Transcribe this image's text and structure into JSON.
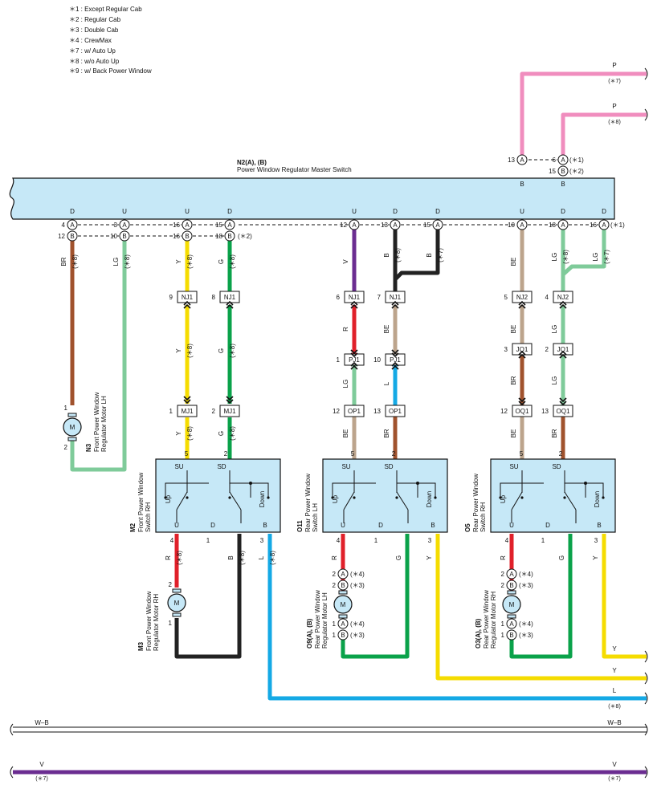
{
  "notes": [
    "＊1 : Except Regular Cab",
    "＊2 : Regular Cab",
    "＊3 : Double Cab",
    "＊4 : CrewMax",
    "＊7 : w/ Auto Up",
    "＊8 : w/o Auto Up",
    "＊9 : w/ Back Power Window"
  ],
  "master": {
    "code": "N2(A), (B)",
    "name": "Power Window Regulator Master Switch",
    "pin_labels": [
      "D",
      "U",
      "U",
      "D",
      "U",
      "D",
      "D",
      "U",
      "D",
      "D",
      "B",
      "B"
    ],
    "pins": [
      {
        "a": "4",
        "b": "12"
      },
      {
        "a": "3",
        "b": "10"
      },
      {
        "a": "16",
        "b": "16"
      },
      {
        "a": "15",
        "b": "18",
        "note": "(＊2)"
      },
      {
        "a": "12"
      },
      {
        "a": "13"
      },
      {
        "a": "15"
      },
      {
        "a": "10"
      },
      {
        "a": "18"
      },
      {
        "a": "16",
        "note": "(＊1)"
      },
      {
        "a": "13"
      },
      {
        "a": "6",
        "b": "15",
        "note_a": "(＊1)",
        "note_b": "(＊2)"
      }
    ],
    "letter_a": "A",
    "letter_b": "B"
  },
  "wires": {
    "BR": {
      "color": "#A0522D",
      "label": "BR",
      "note": "(＊8)"
    },
    "LG": {
      "color": "#7FCB9A",
      "label": "LG",
      "note": "(＊8)"
    },
    "Y": {
      "color": "#F5DC00",
      "label": "Y",
      "note": "(＊8)"
    },
    "G": {
      "color": "#0AA24A",
      "label": "G",
      "note": "(＊8)"
    },
    "V": {
      "color": "#6B2D91",
      "label": "V"
    },
    "B": {
      "color": "#222222",
      "label": "B"
    },
    "R": {
      "color": "#E0202A",
      "label": "R"
    },
    "BE": {
      "color": "#BCA48C",
      "label": "BE"
    },
    "L": {
      "color": "#14A9E5",
      "label": "L"
    },
    "P": {
      "color": "#F08DBE",
      "label": "P"
    }
  },
  "right_bus": [
    {
      "label": "P",
      "note": "(＊7)"
    },
    {
      "label": "P",
      "note": "(＊8)"
    },
    {
      "label": "Y"
    },
    {
      "label": "Y"
    },
    {
      "label": "L",
      "note": "(＊8)"
    }
  ],
  "bottom_bus": [
    {
      "label": "W–B"
    },
    {
      "label": "V",
      "note": "(＊7)"
    }
  ],
  "connectors": [
    "NJ1",
    "NJ1",
    "MJ1",
    "MJ1",
    "NJ1",
    "NJ1",
    "PJ1",
    "PJ1",
    "OP1",
    "OP1",
    "NJ2",
    "NJ2",
    "JQ1",
    "JQ1",
    "OQ1",
    "OQ1"
  ],
  "connector_pins": [
    "9",
    "8",
    "1",
    "2",
    "6",
    "7",
    "1",
    "10",
    "12",
    "13",
    "5",
    "4",
    "3",
    "2",
    "12",
    "13"
  ],
  "components": [
    {
      "code": "N3",
      "name1": "Front Power Window",
      "name2": "Regulator Motor LH",
      "pin1": "1",
      "pin2": "2"
    },
    {
      "code": "M2",
      "name1": "Front Power Window",
      "name2": "Switch RH"
    },
    {
      "code": "O11",
      "name1": "Rear Power Window",
      "name2": "Switch LH"
    },
    {
      "code": "O5",
      "name1": "Rear Power Window",
      "name2": "Switch RH"
    },
    {
      "code": "M3",
      "name1": "Front Power Window",
      "name2": "Regulator Motor RH",
      "pin1": "2",
      "pin2": "1"
    },
    {
      "code": "O9(A), (B)",
      "name1": "Rear Power Window",
      "name2": "Regulator Motor LH"
    },
    {
      "code": "O3(A), (B)",
      "name1": "Rear Power Window",
      "name2": "Regulator Motor RH"
    }
  ],
  "switch_labels": {
    "su": "SU",
    "sd": "SD",
    "up": "Up",
    "down": "Down",
    "u": "U",
    "d": "D",
    "b": "B"
  },
  "switch_pins": {
    "su": "5",
    "sd": "2",
    "u": "4",
    "d": "1",
    "b": "3"
  },
  "motor_symbol": "M",
  "motor_pins": [
    {
      "top": "2",
      "top_letter": "A",
      "top_note": "(＊4)",
      "bot": "2",
      "bot_letter": "B",
      "bot_note": "(＊3)"
    },
    {
      "top": "1",
      "top_letter": "A",
      "top_note": "(＊4)",
      "bot": "1",
      "bot_letter": "B",
      "bot_note": "(＊3)"
    }
  ]
}
